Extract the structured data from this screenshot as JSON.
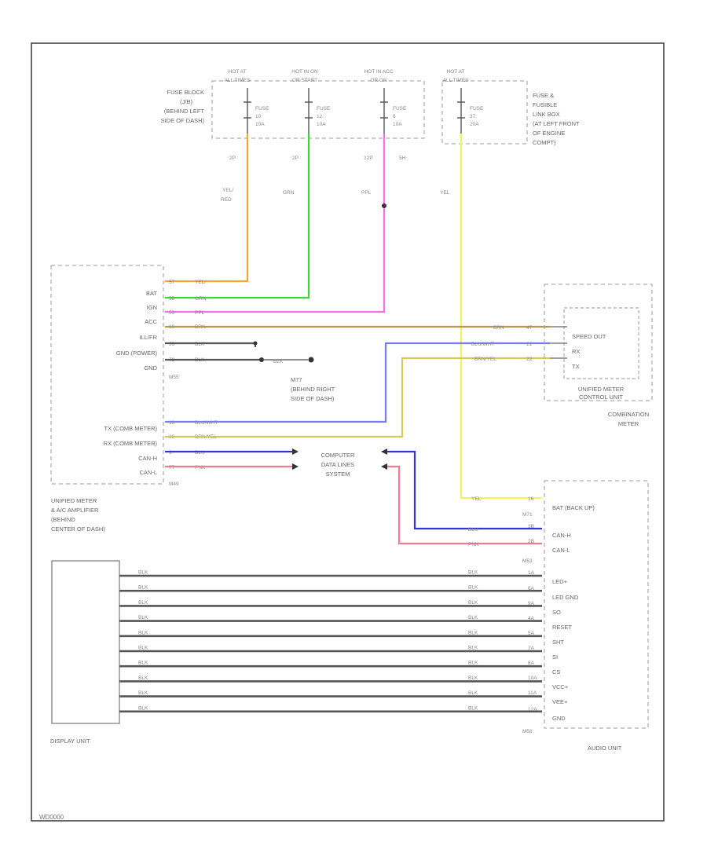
{
  "diagram_id": "WD0000",
  "colors": {
    "yel_red": "#f4a534",
    "grn": "#3fd23a",
    "ppl": "#f06ef0",
    "yel": "#f3f25a",
    "brn": "#b39a4e",
    "blk": "#555555",
    "blu_wht": "#7a7af0",
    "brn_yel": "#d8c85c",
    "blu": "#3434d8",
    "pnk": "#f07c92"
  },
  "fuse_block": {
    "label": [
      "FUSE BLOCK",
      "(J/B)",
      "(BEHIND LEFT",
      "SIDE OF DASH)"
    ],
    "hot_labels": [
      [
        "HOT AT",
        "ALL TIMES"
      ],
      [
        "HOT IN ON",
        "OR START"
      ],
      [
        "HOT IN ACC",
        "OR ON"
      ],
      [
        "HOT AT",
        "ALL TIMES"
      ]
    ],
    "fuses": [
      [
        "FUSE",
        "10",
        "10A"
      ],
      [
        "FUSE",
        "12",
        "10A"
      ],
      [
        "FUSE",
        "6",
        "10A"
      ],
      [
        "FUSE",
        "37",
        "20A"
      ]
    ],
    "pins": [
      "2P",
      "2P",
      "12P",
      "5H"
    ],
    "fusible_link": [
      "FUSE &",
      "FUSIBLE",
      "LINK BOX",
      "(AT LEFT FRONT",
      "OF ENGINE",
      "COMPT)"
    ]
  },
  "wires": {
    "yel_red": [
      "YEL/",
      "RED"
    ],
    "grn": "GRN",
    "ppl": "PPL",
    "yel": "YEL",
    "brn": "BRN",
    "blk": "BLK",
    "blu_wht": "BLU/WHT",
    "brn_yel": "BRN/YEL",
    "blu": "BLU",
    "pnk": "PNK"
  },
  "unified_meter": {
    "label": [
      "UNIFIED METER",
      "& A/C AMPLIFIER",
      "(BEHIND",
      "CENTER OF DASH)"
    ],
    "pins": [
      "BAT",
      "IGN",
      "ACC",
      "ILL/FR",
      "GND (POWER)",
      "GND"
    ],
    "pin_numbers": [
      "57",
      "58",
      "59",
      "60",
      "39",
      "72"
    ],
    "connector": "M55",
    "lower_pins": [
      "TX (COMB METER)",
      "RX (COMB METER)",
      "CAN-H",
      "CAN-L"
    ],
    "lower_pin_numbers": [
      "16",
      "36",
      "9",
      "77"
    ],
    "lower_connector": "M49"
  },
  "ground": {
    "id": "M77",
    "label": [
      "M77",
      "(BEHIND RIGHT",
      "SIDE OF DASH)"
    ]
  },
  "combination_meter": {
    "inner": [
      "SPEED OUT",
      "RX",
      "TX"
    ],
    "inner_label": [
      "UNIFIED METER",
      "CONTROL UNIT"
    ],
    "label": [
      "COMBINATION",
      "METER"
    ],
    "pins": [
      "47",
      "21",
      "22"
    ]
  },
  "data_lines": [
    "COMPUTER",
    "DATA LINES",
    "SYSTEM"
  ],
  "audio_unit": {
    "label": "AUDIO UNIT",
    "pins": [
      "BAT (BACK UP)",
      "CAN-H",
      "CAN-L",
      "LED+",
      "LED GND",
      "SO",
      "RESET",
      "SHT",
      "SI",
      "CS",
      "VCC+",
      "VEE+",
      "GND"
    ],
    "pin_numbers": [
      "16",
      "3B",
      "2B",
      "1A",
      "6A",
      "9A",
      "4A",
      "5A",
      "7A",
      "8A",
      "10A",
      "11A",
      "12A"
    ],
    "connectors": [
      "M71",
      "M53",
      "M58"
    ]
  },
  "display_unit": {
    "label": "DISPLAY UNIT",
    "wire_count": 10
  }
}
